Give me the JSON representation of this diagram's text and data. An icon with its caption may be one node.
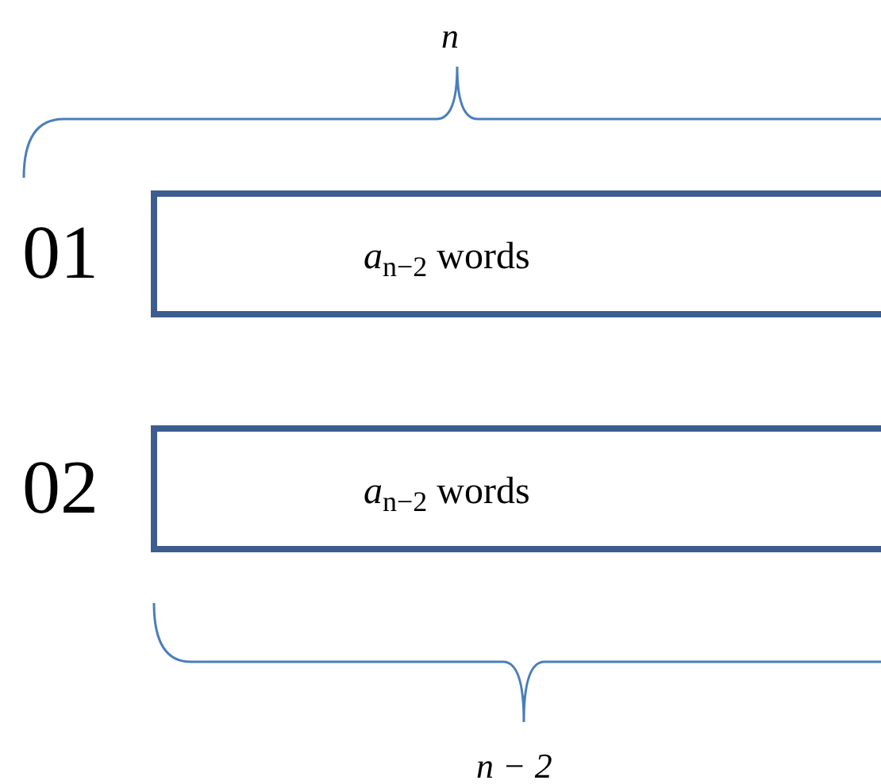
{
  "diagram": {
    "nodes": [
      {
        "text": [
          "*a*$_{n−2}$ words"
        ],
        "beside": [
          "01"
        ]
      },
      {
        "text": [
          "*a*$_{n−2}$ words"
        ],
        "beside": [
          "02"
        ]
      }
    ],
    "labels": [
      "n",
      "n − 2"
    ]
  }
}
